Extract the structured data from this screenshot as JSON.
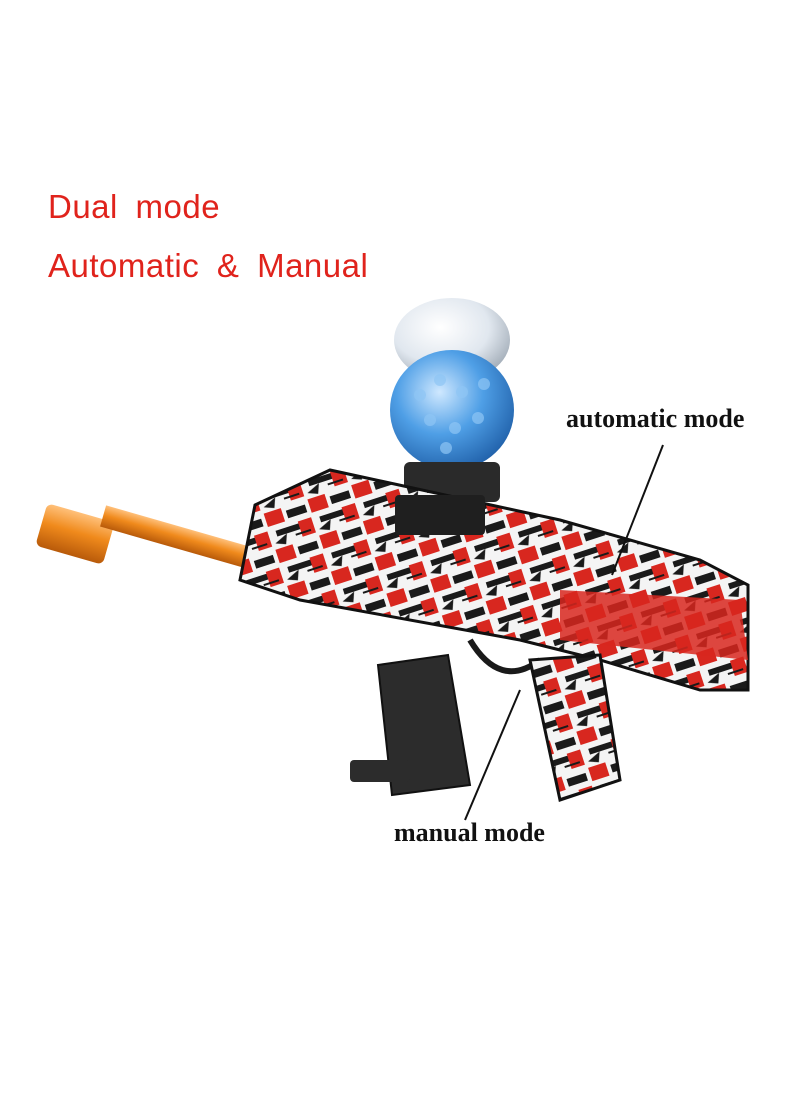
{
  "headline": {
    "line1": "Dual  mode",
    "line2": "Automatic  &  Manual",
    "color": "#e0231c"
  },
  "callouts": {
    "automatic": "automatic mode",
    "manual": "manual mode"
  },
  "product": {
    "icon": "gel-blaster-icon",
    "colors": {
      "barrel_tip": "#f08a1c",
      "body_red": "#d8271f",
      "body_black": "#1a1a1a",
      "gel_beads": "#3b8fd9",
      "hopper_clear": "#d9e1ea"
    }
  }
}
